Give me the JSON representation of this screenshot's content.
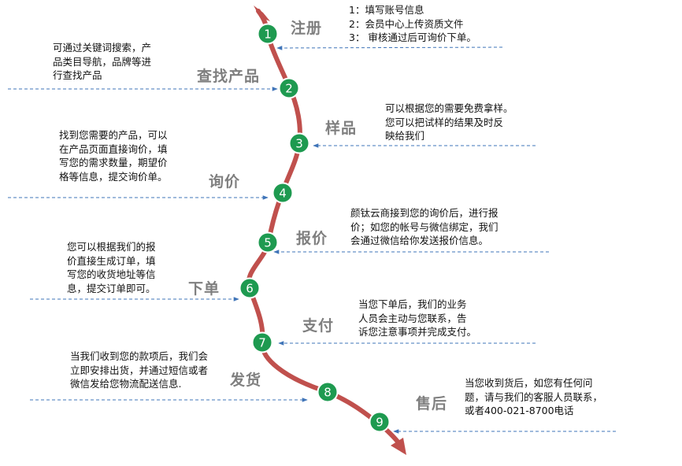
{
  "accent": {
    "path": "#c0504d",
    "circle": "#1e9a50",
    "arrow": "#3f74b8"
  },
  "steps": [
    {
      "num": "1",
      "title": "注册",
      "desc": "1：填写账号信息\n2：会员中心上传资质文件\n3： 审核通过后可询价下单。"
    },
    {
      "num": "2",
      "title": "查找产品",
      "desc": "可通过关键词搜索，产\n品类目导航，品牌等进\n行查找产品"
    },
    {
      "num": "3",
      "title": "样品",
      "desc": "可以根据您的需要免费拿样。\n您可以把试样的结果及时反\n映给我们"
    },
    {
      "num": "4",
      "title": "询价",
      "desc": "找到您需要的产品，可以\n在产品页面直接询价，填\n写您的需求数量，期望价\n格等信息，提交询价单。"
    },
    {
      "num": "5",
      "title": "报价",
      "desc": "颜钛云商接到您的询价后，进行报\n价；如您的帐号与微信绑定，我们\n会通过微信给你发送报价信息。"
    },
    {
      "num": "6",
      "title": "下单",
      "desc": "您可以根据我们的报\n价直接生成订单，填\n写您的收货地址等信\n息，提交订单即可。"
    },
    {
      "num": "7",
      "title": "支付",
      "desc": "当您下单后，我们的业务\n人员会主动与您联系，告\n诉您注意事项并完成支付。"
    },
    {
      "num": "8",
      "title": "发货",
      "desc": "当我们收到您的款项后，我们会\n立即安排出货，并通过短信或者\n微信发给您物流配送信息."
    },
    {
      "num": "9",
      "title": "售后",
      "desc": "当您收到货后，如您有任何问\n题，请与我们的客服人员联系，\n或者400-021-8700电话"
    }
  ]
}
